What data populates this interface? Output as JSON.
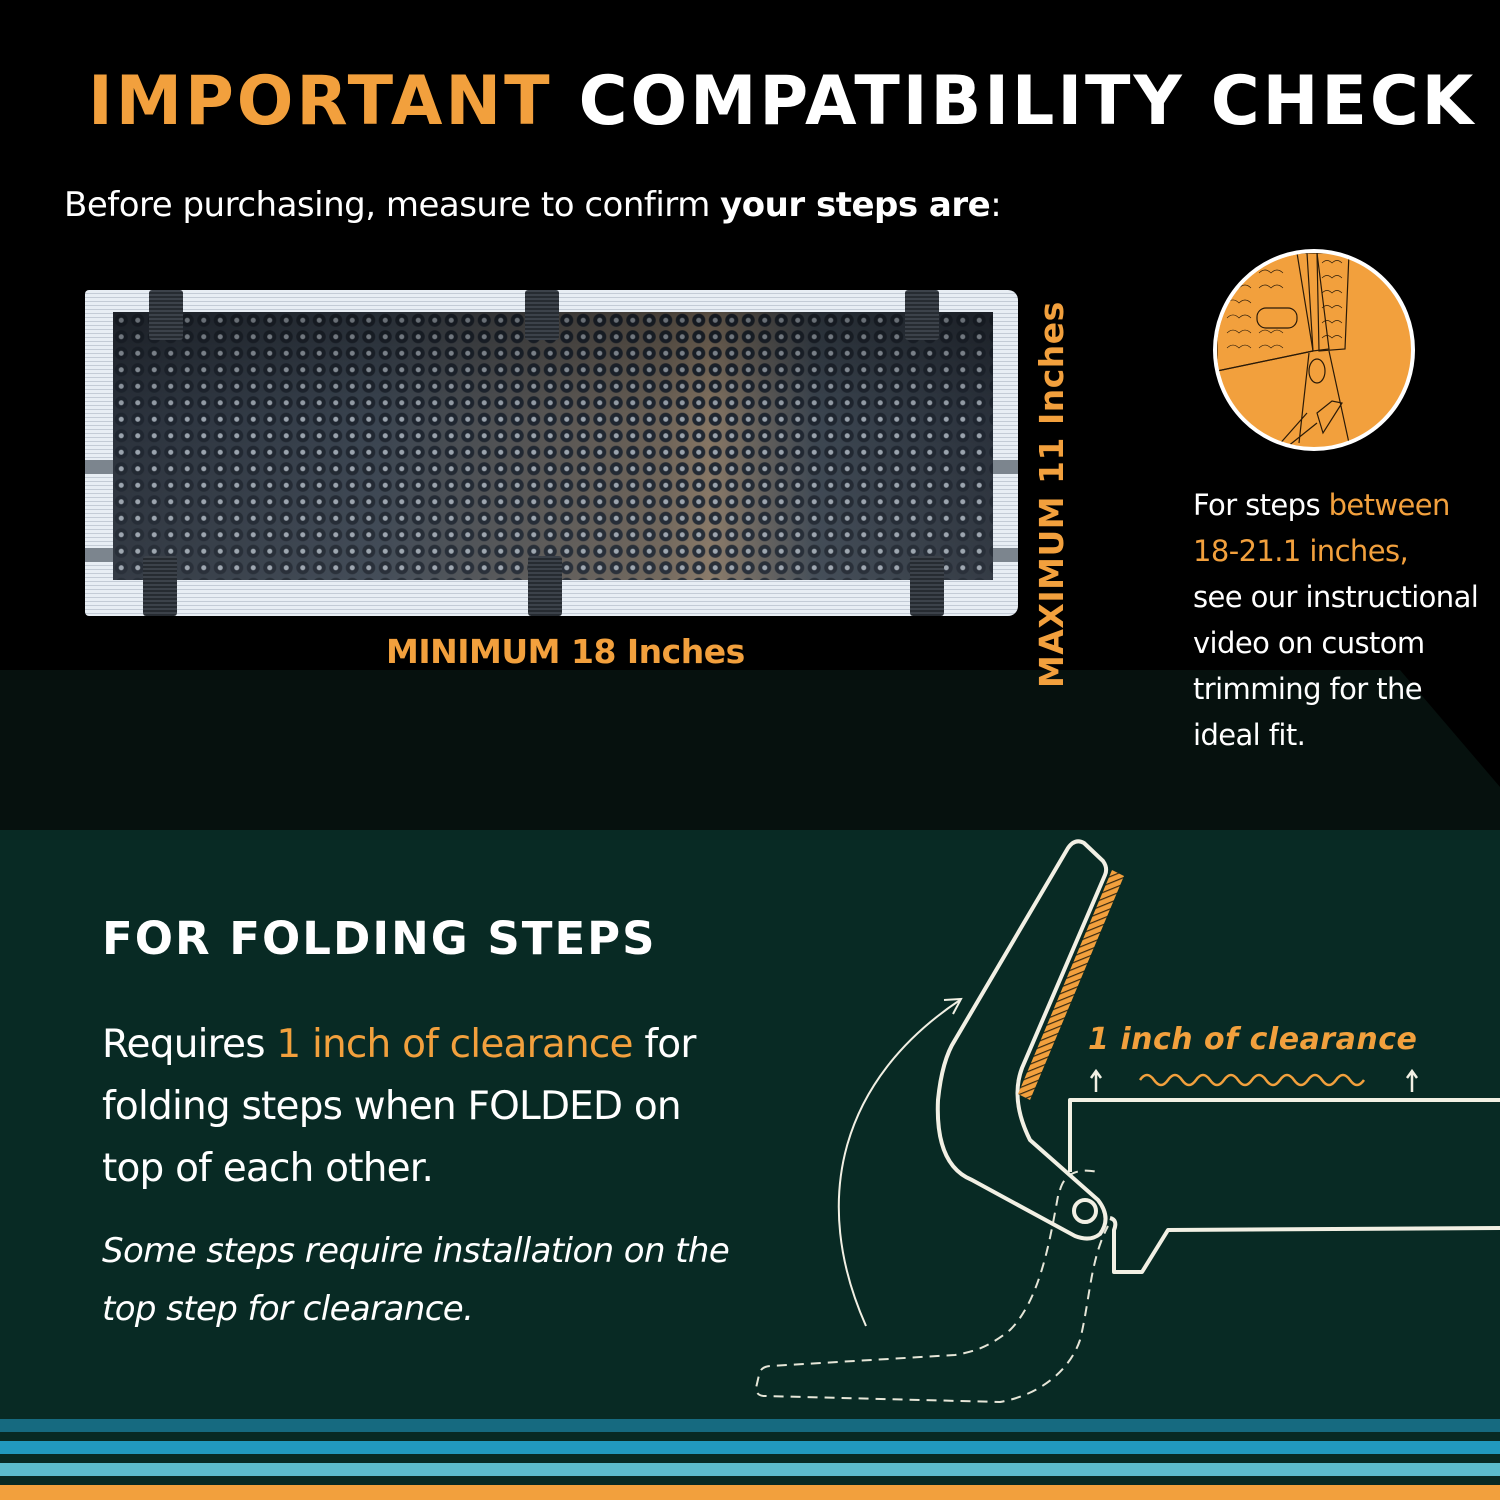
{
  "header": {
    "title_accent": "IMPORTANT",
    "title_rest": "COMPATIBILITY CHECK",
    "subtitle_prefix": "Before purchasing, measure to confirm ",
    "subtitle_bold": "your steps are",
    "subtitle_suffix": ":"
  },
  "measurements": {
    "min_label": "MINIMUM 18 Inches",
    "max_label": "MAXIMUM 11 Inches"
  },
  "trimming_note": {
    "icon": "scissors-trimming-mat-icon",
    "prefix": "For steps ",
    "accent_line1": "between",
    "accent_line2": "18-21.1 inches,",
    "body": "see our instructional video on custom trimming for the ideal fit."
  },
  "folding": {
    "heading": "FOR FOLDING STEPS",
    "body_prefix": "Requires ",
    "body_accent": "1 inch of clearance",
    "body_rest": "for folding steps when FOLDED on top of each other.",
    "note": "Some steps require installation on the top step for clearance.",
    "diagram_label": "1 inch of clearance"
  },
  "colors": {
    "accent": "#f2a03d",
    "top_bg": "#000000",
    "bottom_bg": "#082a24",
    "stripe_1": "#166a80",
    "stripe_2": "#2199bf",
    "stripe_3": "#5cbccd",
    "stripe_4": "#f2a03d"
  }
}
